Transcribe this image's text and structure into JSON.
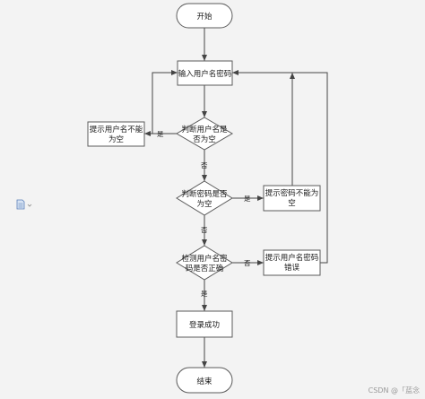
{
  "nodes": {
    "start": "开始",
    "input": "输入用户名密码",
    "check_user_line1": "判断用户名是",
    "check_user_line2": "否为空",
    "user_empty_line1": "提示用户名不能",
    "user_empty_line2": "为空",
    "check_pwd_line1": "判断密码是否",
    "check_pwd_line2": "为空",
    "pwd_empty_line1": "提示密码不能为",
    "pwd_empty_line2": "空",
    "verify_line1": "检测用户名密",
    "verify_line2": "码是否正确",
    "verify_fail_line1": "提示用户名密码",
    "verify_fail_line2": "错误",
    "success": "登录成功",
    "end": "结束"
  },
  "edges": {
    "yes": "是",
    "no": "否"
  },
  "watermark": "CSDN @「蓝念",
  "icons": {
    "side": "document-icon"
  },
  "colors": {
    "stroke": "#5b5b5b",
    "fill": "#ffffff",
    "background": "#f3f3f3"
  }
}
